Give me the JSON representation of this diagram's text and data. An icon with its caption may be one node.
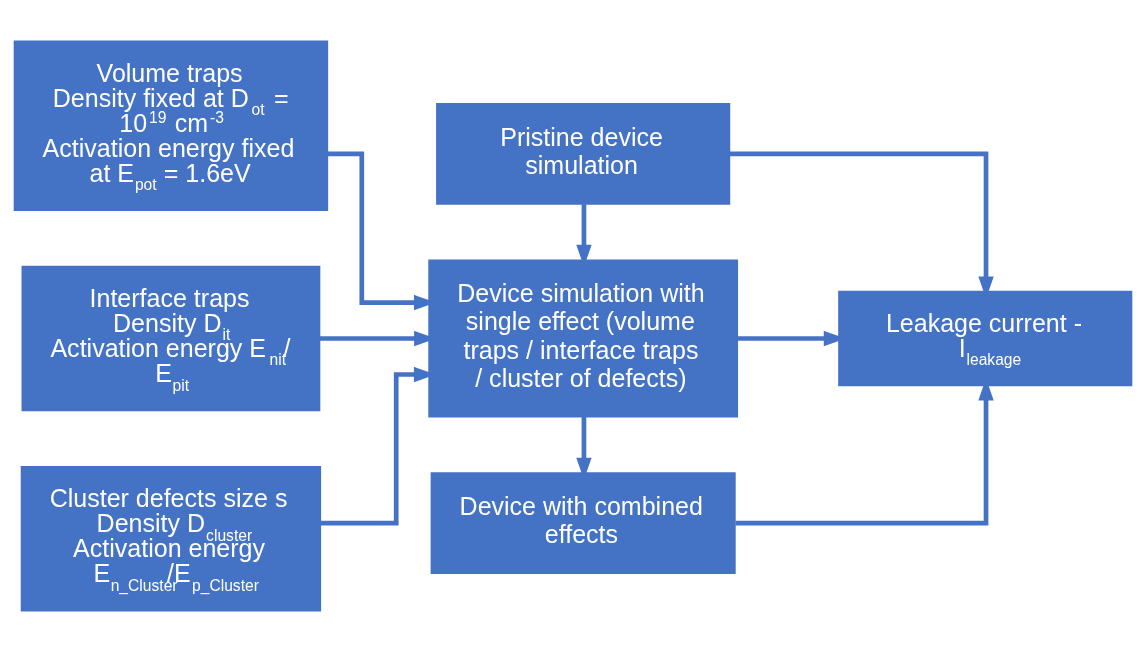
{
  "diagram": {
    "nodes": [
      {
        "text": [
          "Volume traps",
          "Density fixed at D$_{ot}$ = 10$^{19}$ cm$^{-3}$",
          "Activation energy fixed at E$_{pot}$ = 1.6eV"
        ]
      },
      {
        "text": [
          "Interface traps",
          "Density D$_{it}$",
          "Activation energy E$_{nit}$/ E$_{pit}$"
        ]
      },
      {
        "text": [
          "Cluster defects size s",
          "Density D$_{cluster}$",
          "Activation energy E$_{n_Cluster}$/E$_{p_Cluster}$"
        ]
      },
      {
        "text": [
          "Pristine device simulation"
        ]
      },
      {
        "text": [
          "Device simulation with single effect (volume traps / interface traps / cluster of defects)"
        ]
      },
      {
        "text": [
          "Device with combined effects"
        ]
      },
      {
        "text": [
          "Leakage current - I$_{leakage}$"
        ]
      }
    ],
    "edges": [
      {
        "from": 0,
        "to": 4,
        "arrow": "to"
      },
      {
        "from": 1,
        "to": 4,
        "arrow": "to"
      },
      {
        "from": 2,
        "to": 4,
        "arrow": "to"
      },
      {
        "from": 3,
        "to": 4,
        "arrow": "to"
      },
      {
        "from": 4,
        "to": 5,
        "arrow": "to"
      },
      {
        "from": 3,
        "to": 6,
        "arrow": "to"
      },
      {
        "from": 4,
        "to": 6,
        "arrow": "to"
      },
      {
        "from": 5,
        "to": 6,
        "arrow": "to"
      }
    ]
  }
}
